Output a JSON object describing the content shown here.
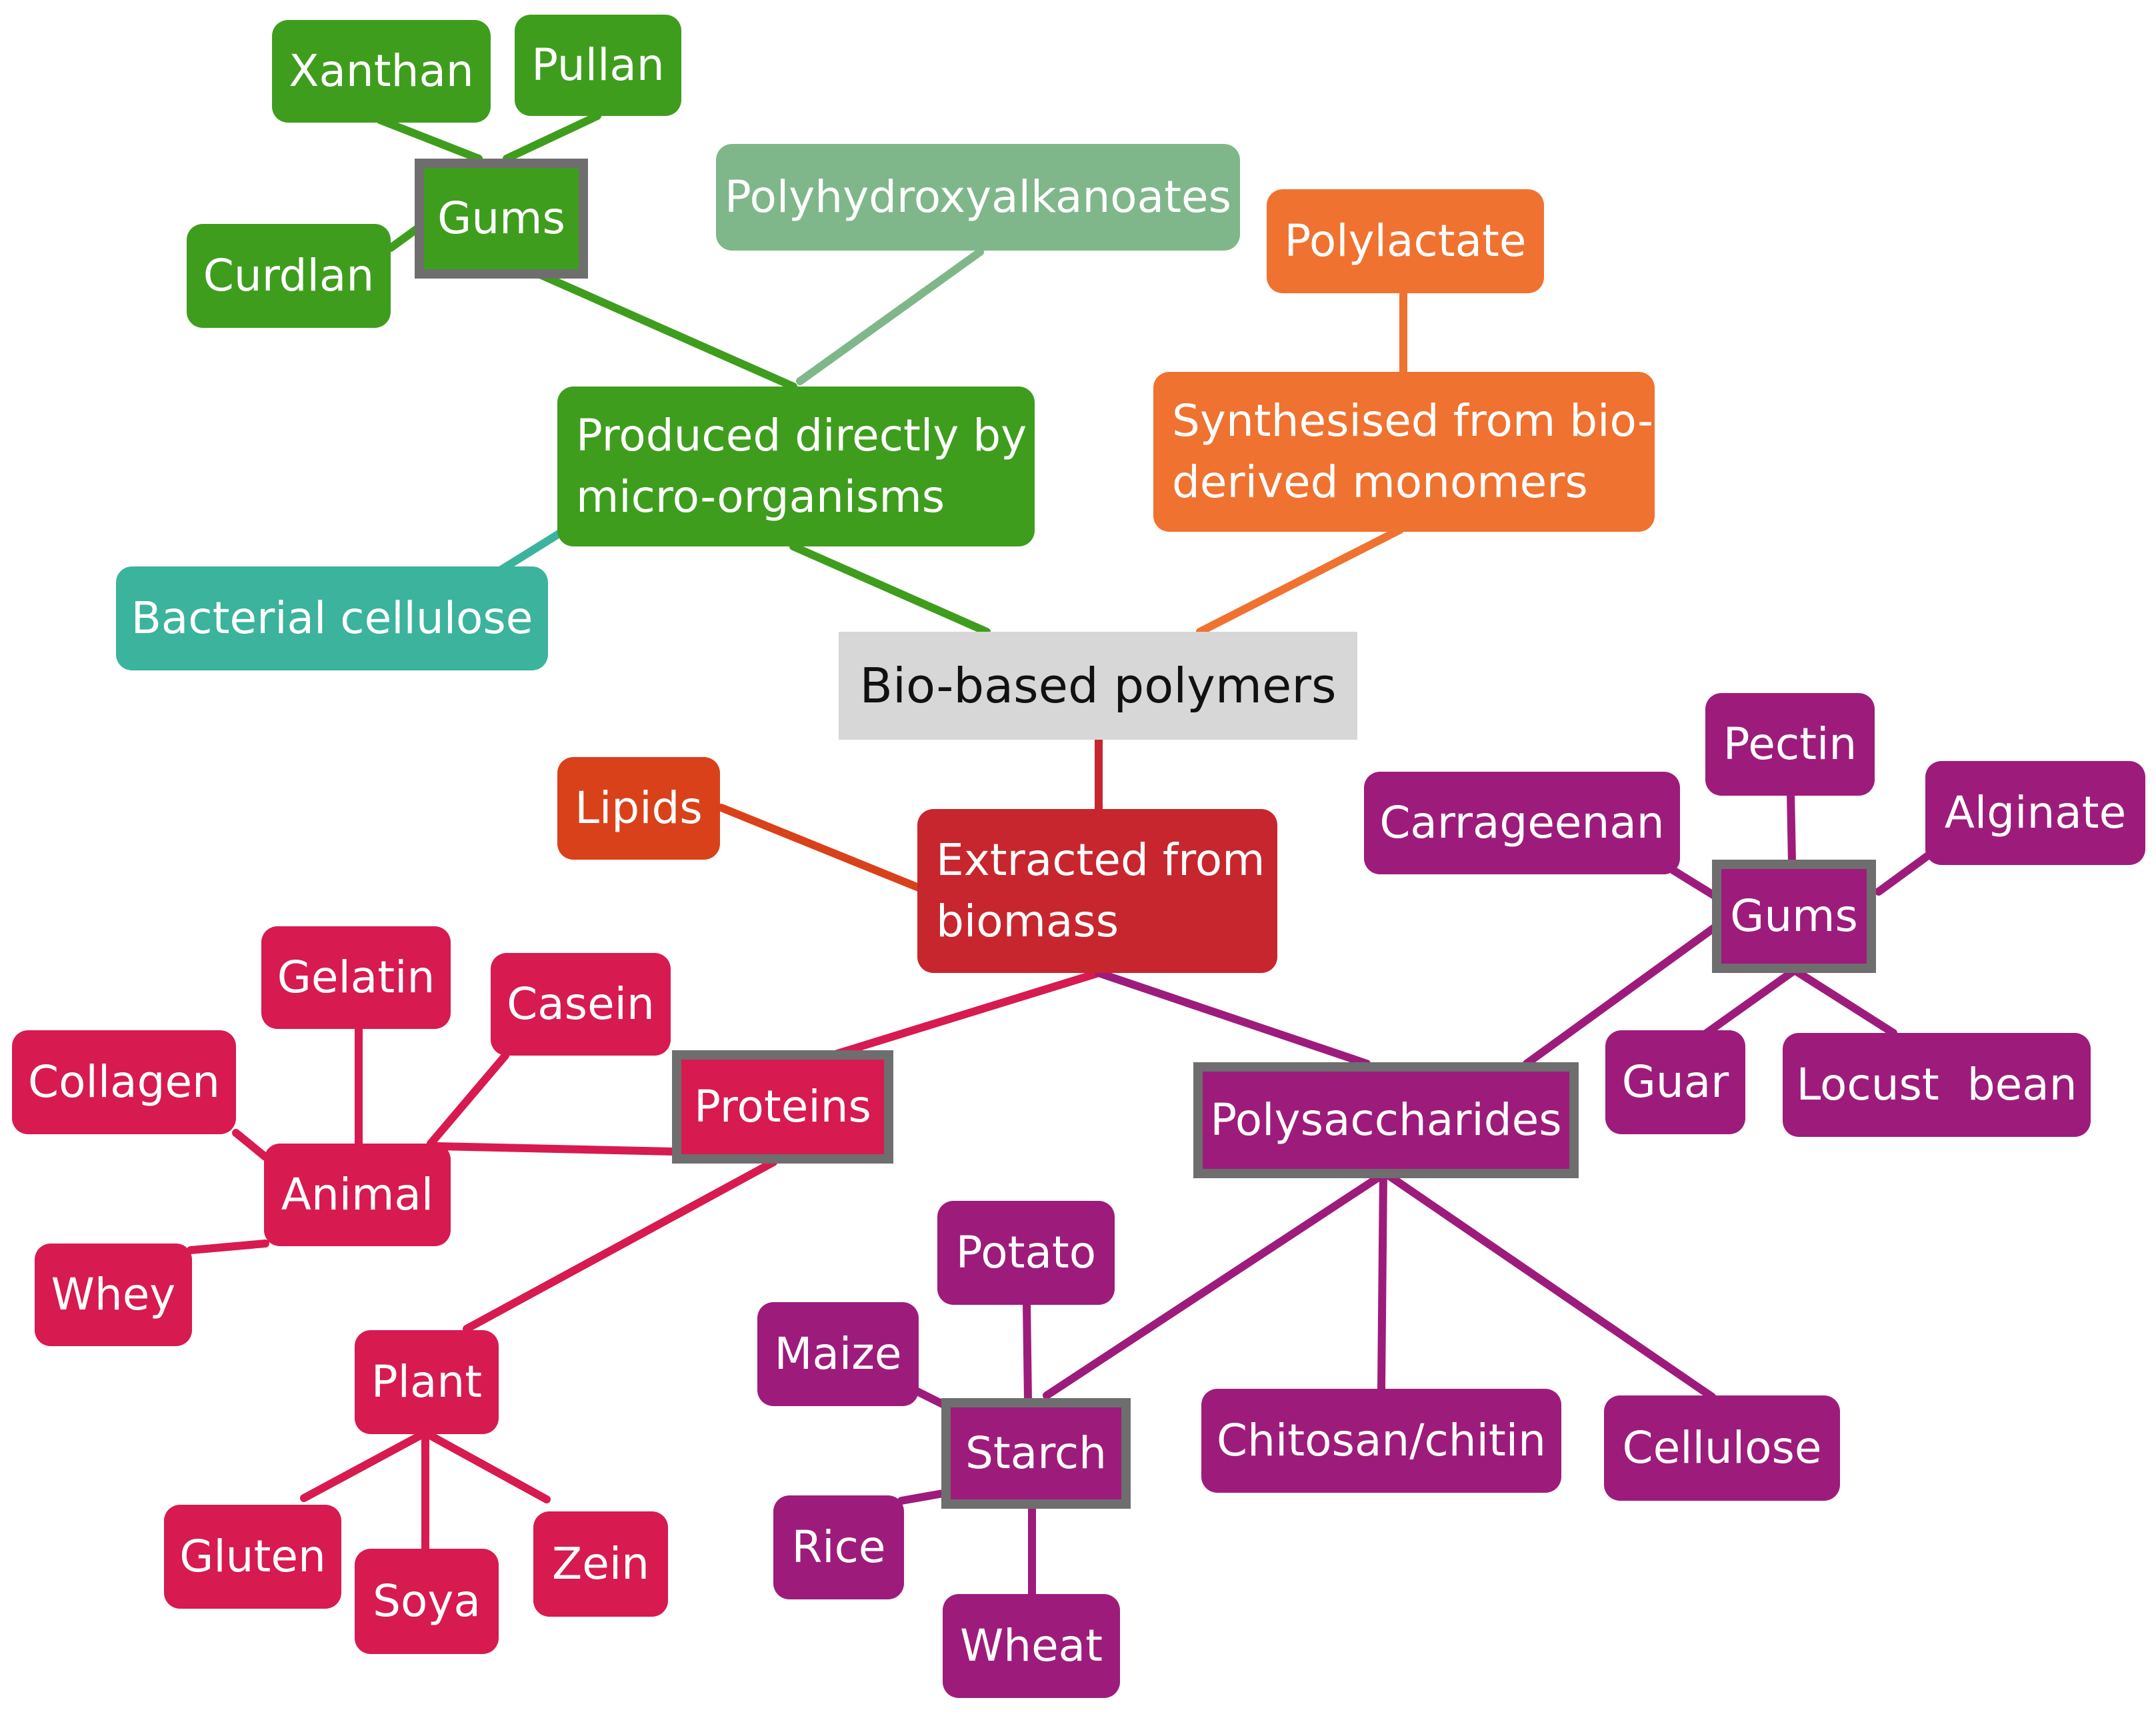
{
  "diagram": {
    "colors": {
      "micro": "#3f9d1e",
      "pha": "#7fb78a",
      "bacterial": "#3cb39c",
      "synth": "#ef7230",
      "extracted": "#c7262e",
      "lipids": "#d9411a",
      "proteins": "#d71a50",
      "polysaccharides": "#9d1c7b",
      "frame": "#6e6e6e",
      "root": "#d7d7d7"
    },
    "nodes": {
      "root": "Bio-based polymers",
      "micro": [
        "Produced directly by",
        "micro-organisms"
      ],
      "gums_micro": "Gums",
      "xanthan": "Xanthan",
      "pullan": "Pullan",
      "curdlan": "Curdlan",
      "pha": "Polyhydroxyalkanoates",
      "bacterial": "Bacterial cellulose",
      "polylactate": "Polylactate",
      "synth": [
        "Synthesised from bio-",
        "derived monomers"
      ],
      "extracted": [
        "Extracted from",
        "biomass"
      ],
      "lipids": "Lipids",
      "proteins": "Proteins",
      "animal": "Animal",
      "gelatin": "Gelatin",
      "casein": "Casein",
      "collagen": "Collagen",
      "whey": "Whey",
      "plant": "Plant",
      "gluten": "Gluten",
      "soya": "Soya",
      "zein": "Zein",
      "polysaccharides": "Polysaccharides",
      "gums_poly": "Gums",
      "pectin": "Pectin",
      "carrageenan": "Carrageenan",
      "alginate": "Alginate",
      "guar": "Guar",
      "locust": "Locust  bean",
      "starch": "Starch",
      "potato": "Potato",
      "maize": "Maize",
      "rice": "Rice",
      "wheat": "Wheat",
      "chitosan": "Chitosan/chitin",
      "cellulose": "Cellulose"
    }
  }
}
